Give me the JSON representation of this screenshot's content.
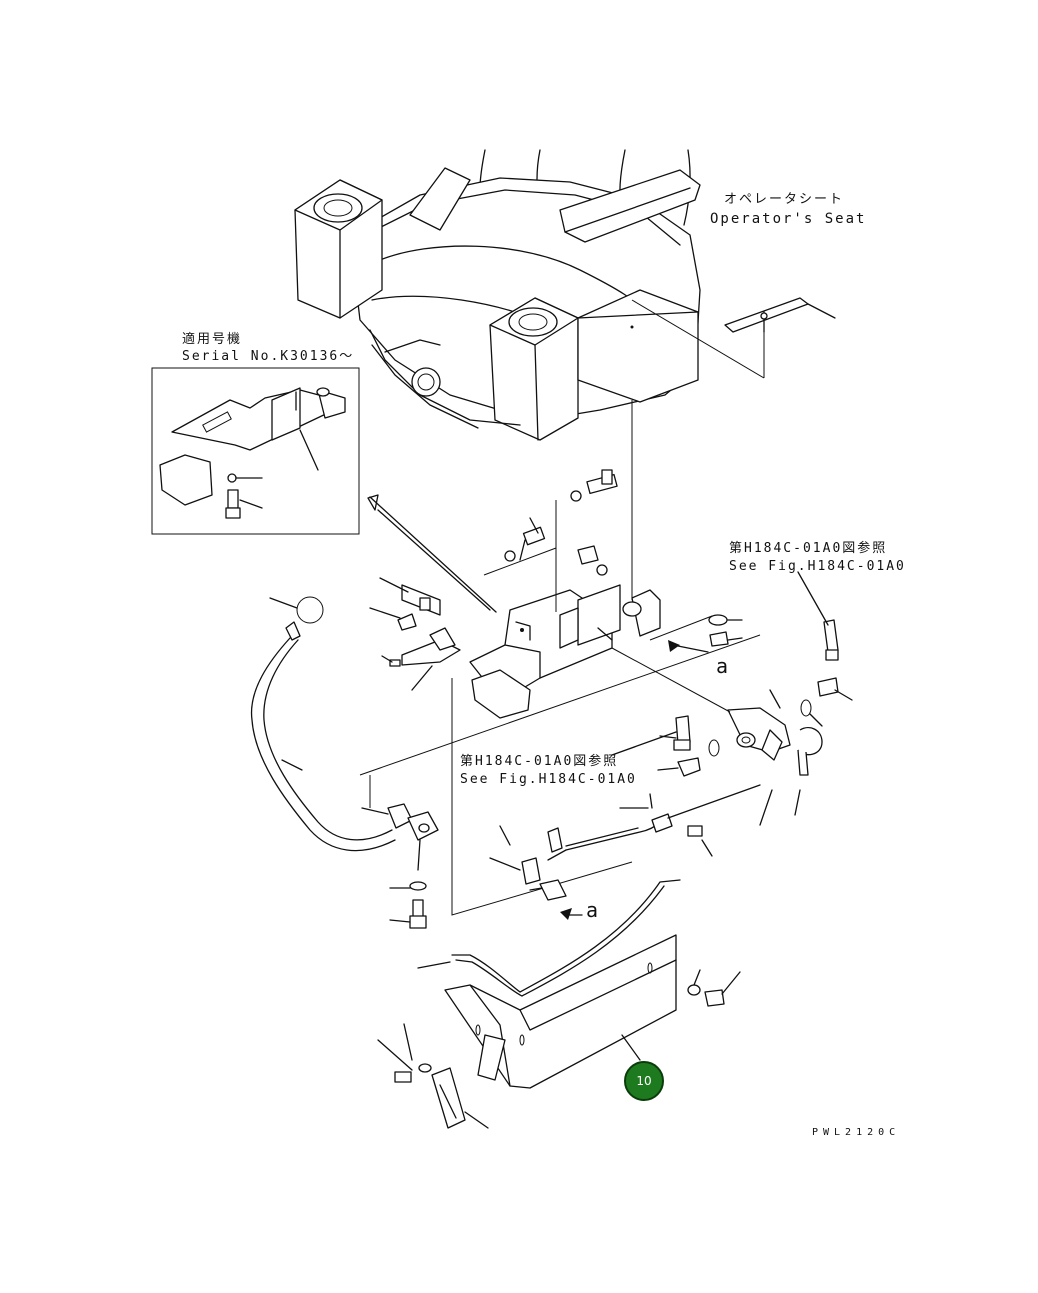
{
  "labels": {
    "operator_seat_jp": "オペレータシート",
    "operator_seat_en": "Operator's Seat",
    "serial_jp": "適用号機",
    "serial_en": "Serial No.K30136～",
    "ref_right_jp": "第H184C-01A0図参照",
    "ref_right_en": "See Fig.H184C-01A0",
    "ref_center_jp": "第H184C-01A0図参照",
    "ref_center_en": "See Fig.H184C-01A0",
    "view_a_upper": "a",
    "view_a_lower": "a",
    "drawing_code": "PWL2120C"
  },
  "callouts": [
    {
      "id": "10",
      "label": "10",
      "color": "#1e7a1e"
    }
  ]
}
